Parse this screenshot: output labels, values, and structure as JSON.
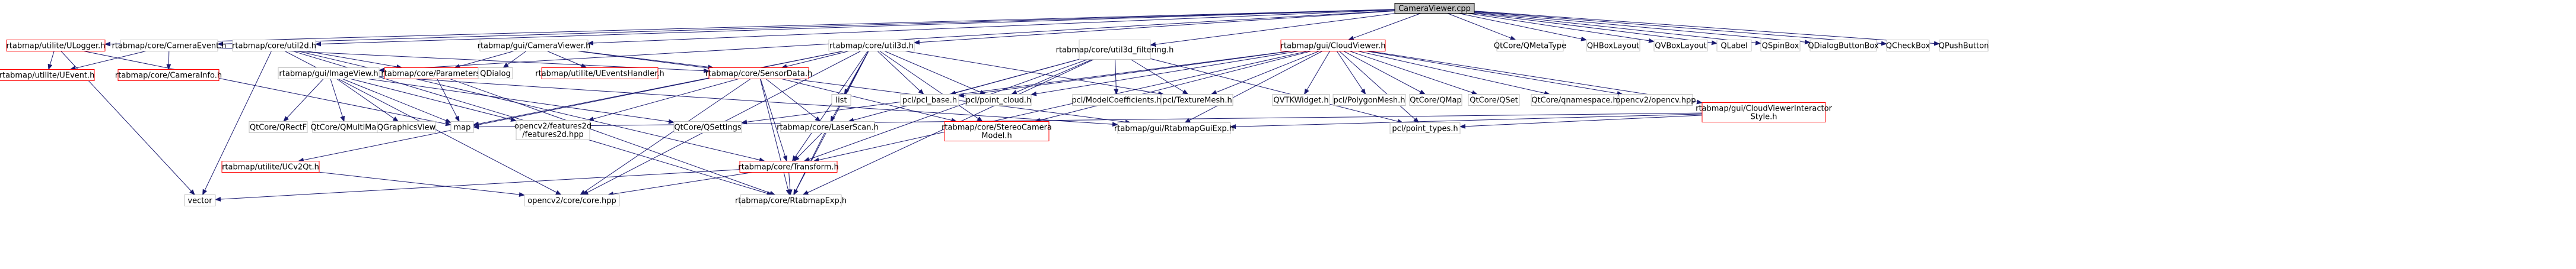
{
  "graph": {
    "colors": {
      "edge": "#191970",
      "border_default": "#bfbfbf",
      "border_red": "#ff0000",
      "root_fill": "#bfbfbf",
      "node_fill": "#ffffff",
      "text": "#000000"
    },
    "nodes": [
      {
        "id": "root",
        "label": "CameraViewer.cpp",
        "style": "root"
      },
      {
        "id": "uilogger",
        "label": "rtabmap/utilite/ULogger.h",
        "style": "red"
      },
      {
        "id": "cameraevent",
        "label": "rtabmap/core/CameraEvent.h",
        "style": "default"
      },
      {
        "id": "util2d",
        "label": "rtabmap/core/util2d.h",
        "style": "default"
      },
      {
        "id": "guicameraviewer",
        "label": "rtabmap/gui/CameraViewer.h",
        "style": "default"
      },
      {
        "id": "util3d",
        "label": "rtabmap/core/util3d.h",
        "style": "default"
      },
      {
        "id": "util3dfiltering",
        "label": "rtabmap/core/util3d_filtering.h",
        "style": "default"
      },
      {
        "id": "cloudviewer",
        "label": "rtabmap/gui/CloudViewer.h",
        "style": "red"
      },
      {
        "id": "qmetatype",
        "label": "QtCore/QMetaType",
        "style": "default"
      },
      {
        "id": "qhboxlayout",
        "label": "QHBoxLayout",
        "style": "default"
      },
      {
        "id": "qvboxlayout",
        "label": "QVBoxLayout",
        "style": "default"
      },
      {
        "id": "qlabel",
        "label": "QLabel",
        "style": "default"
      },
      {
        "id": "qspinbox",
        "label": "QSpinBox",
        "style": "default"
      },
      {
        "id": "qdialogbuttonbox",
        "label": "QDialogButtonBox",
        "style": "default"
      },
      {
        "id": "qcheckbox",
        "label": "QCheckBox",
        "style": "default"
      },
      {
        "id": "qpushbutton",
        "label": "QPushButton",
        "style": "default"
      },
      {
        "id": "uevent",
        "label": "rtabmap/utilite/UEvent.h",
        "style": "red"
      },
      {
        "id": "camerainfo",
        "label": "rtabmap/core/CameraInfo.h",
        "style": "red"
      },
      {
        "id": "imageview",
        "label": "rtabmap/gui/ImageView.h",
        "style": "default"
      },
      {
        "id": "parameters",
        "label": "rtabmap/core/Parameters.h",
        "style": "red"
      },
      {
        "id": "qdialog",
        "label": "QDialog",
        "style": "default"
      },
      {
        "id": "ueventshandler",
        "label": "rtabmap/utilite/UEventsHandler.h",
        "style": "red"
      },
      {
        "id": "sensordata",
        "label": "rtabmap/core/SensorData.h",
        "style": "red"
      },
      {
        "id": "list",
        "label": "list",
        "style": "default"
      },
      {
        "id": "pclbase",
        "label": "pcl/pcl_base.h",
        "style": "default"
      },
      {
        "id": "pclpointcloud",
        "label": "pcl/point_cloud.h",
        "style": "default"
      },
      {
        "id": "pclmodelcoefficients",
        "label": "pcl/ModelCoefficients.h",
        "style": "default"
      },
      {
        "id": "pcltexturemesh",
        "label": "pcl/TextureMesh.h",
        "style": "default"
      },
      {
        "id": "qvtkwidget",
        "label": "QVTKWidget.h",
        "style": "default"
      },
      {
        "id": "pclpolygonmesh",
        "label": "pcl/PolygonMesh.h",
        "style": "default"
      },
      {
        "id": "qtcoreqmap",
        "label": "QtCore/QMap",
        "style": "default"
      },
      {
        "id": "qtcoreqset",
        "label": "QtCore/QSet",
        "style": "default"
      },
      {
        "id": "qtcoreqnamespace",
        "label": "QtCore/qnamespace.h",
        "style": "default"
      },
      {
        "id": "opencvopencvhpp",
        "label": "opencv2/opencv.hpp",
        "style": "default"
      },
      {
        "id": "cloudviewerinteractorstyle",
        "label": "rtabmap/gui/CloudViewerInteractor\nStyle.h",
        "style": "red"
      },
      {
        "id": "qrectf",
        "label": "QtCore/QRectF",
        "style": "default"
      },
      {
        "id": "qmultimap",
        "label": "QtCore/QMultiMap",
        "style": "default"
      },
      {
        "id": "qgraphicsview",
        "label": "QGraphicsView",
        "style": "default"
      },
      {
        "id": "map",
        "label": "map",
        "style": "default"
      },
      {
        "id": "features2d",
        "label": "opencv2/features2d\n/features2d.hpp",
        "style": "default"
      },
      {
        "id": "qsettings",
        "label": "QtCore/QSettings",
        "style": "default"
      },
      {
        "id": "laserscan",
        "label": "rtabmap/core/LaserScan.h",
        "style": "default"
      },
      {
        "id": "stereocameramodel",
        "label": "rtabmap/core/StereoCamera\nModel.h",
        "style": "red"
      },
      {
        "id": "rtabmapguiexp",
        "label": "rtabmap/gui/RtabmapGuiExp.h",
        "style": "default"
      },
      {
        "id": "pclpointtypes",
        "label": "pcl/point_types.h",
        "style": "default"
      },
      {
        "id": "ucv2qt",
        "label": "rtabmap/utilite/UCv2Qt.h",
        "style": "red"
      },
      {
        "id": "transform",
        "label": "rtabmap/core/Transform.h",
        "style": "red"
      },
      {
        "id": "vector",
        "label": "vector",
        "style": "default"
      },
      {
        "id": "opencvcore",
        "label": "opencv2/core/core.hpp",
        "style": "default"
      },
      {
        "id": "rtabmapexp",
        "label": "rtabmap/core/RtabmapExp.h",
        "style": "default"
      }
    ],
    "edges": [
      [
        "root",
        "uilogger"
      ],
      [
        "root",
        "cameraevent"
      ],
      [
        "root",
        "util2d"
      ],
      [
        "root",
        "guicameraviewer"
      ],
      [
        "root",
        "util3d"
      ],
      [
        "root",
        "util3dfiltering"
      ],
      [
        "root",
        "cloudviewer"
      ],
      [
        "root",
        "qmetatype"
      ],
      [
        "root",
        "qhboxlayout"
      ],
      [
        "root",
        "qvboxlayout"
      ],
      [
        "root",
        "qlabel"
      ],
      [
        "root",
        "qspinbox"
      ],
      [
        "root",
        "qdialogbuttonbox"
      ],
      [
        "root",
        "qcheckbox"
      ],
      [
        "root",
        "qpushbutton"
      ],
      [
        "root",
        "imageview"
      ],
      [
        "uilogger",
        "uevent"
      ],
      [
        "uilogger",
        "vector"
      ],
      [
        "uilogger",
        "map"
      ],
      [
        "cameraevent",
        "uevent"
      ],
      [
        "cameraevent",
        "camerainfo"
      ],
      [
        "cameraevent",
        "sensordata"
      ],
      [
        "util2d",
        "parameters"
      ],
      [
        "util2d",
        "vector"
      ],
      [
        "util2d",
        "opencvcore"
      ],
      [
        "util2d",
        "transform"
      ],
      [
        "util2d",
        "rtabmapexp"
      ],
      [
        "guicameraviewer",
        "parameters"
      ],
      [
        "guicameraviewer",
        "qdialog"
      ],
      [
        "guicameraviewer",
        "ueventshandler"
      ],
      [
        "guicameraviewer",
        "sensordata"
      ],
      [
        "guicameraviewer",
        "rtabmapguiexp"
      ],
      [
        "util3d",
        "sensordata"
      ],
      [
        "util3d",
        "list"
      ],
      [
        "util3d",
        "pclbase"
      ],
      [
        "util3d",
        "pclpointcloud"
      ],
      [
        "util3d",
        "pcltexturemesh"
      ],
      [
        "util3d",
        "ucv2qt"
      ],
      [
        "util3d",
        "transform"
      ],
      [
        "util3d",
        "stereocameramodel"
      ],
      [
        "util3d",
        "laserscan"
      ],
      [
        "util3d",
        "rtabmapexp"
      ],
      [
        "util3d",
        "opencvcore"
      ],
      [
        "util3d",
        "map"
      ],
      [
        "util3dfiltering",
        "pclbase"
      ],
      [
        "util3dfiltering",
        "pclpointcloud"
      ],
      [
        "util3dfiltering",
        "pclmodelcoefficients"
      ],
      [
        "util3dfiltering",
        "pcltexturemesh"
      ],
      [
        "util3dfiltering",
        "transform"
      ],
      [
        "util3dfiltering",
        "laserscan"
      ],
      [
        "util3dfiltering",
        "pclpointtypes"
      ],
      [
        "util3dfiltering",
        "rtabmapexp"
      ],
      [
        "cloudviewer",
        "pclbase"
      ],
      [
        "cloudviewer",
        "pclpointcloud"
      ],
      [
        "cloudviewer",
        "pcltexturemesh"
      ],
      [
        "cloudviewer",
        "qvtkwidget"
      ],
      [
        "cloudviewer",
        "pclpolygonmesh"
      ],
      [
        "cloudviewer",
        "qtcoreqmap"
      ],
      [
        "cloudviewer",
        "qtcoreqset"
      ],
      [
        "cloudviewer",
        "qtcoreqnamespace"
      ],
      [
        "cloudviewer",
        "opencvopencvhpp"
      ],
      [
        "cloudviewer",
        "cloudviewerinteractorstyle"
      ],
      [
        "cloudviewer",
        "rtabmapguiexp"
      ],
      [
        "cloudviewer",
        "transform"
      ],
      [
        "cloudviewer",
        "stereocameramodel"
      ],
      [
        "cloudviewer",
        "pclpointtypes"
      ],
      [
        "cloudviewer",
        "qsettings"
      ],
      [
        "cloudviewerinteractorstyle",
        "rtabmapguiexp"
      ],
      [
        "cloudviewerinteractorstyle",
        "pclpointtypes"
      ],
      [
        "cloudviewerinteractorstyle",
        "map"
      ],
      [
        "imageview",
        "qrectf"
      ],
      [
        "imageview",
        "qmultimap"
      ],
      [
        "imageview",
        "qgraphicsview"
      ],
      [
        "imageview",
        "map"
      ],
      [
        "imageview",
        "features2d"
      ],
      [
        "imageview",
        "qsettings"
      ],
      [
        "imageview",
        "rtabmapguiexp"
      ],
      [
        "parameters",
        "map"
      ],
      [
        "parameters",
        "rtabmapexp"
      ],
      [
        "sensordata",
        "features2d"
      ],
      [
        "sensordata",
        "laserscan"
      ],
      [
        "sensordata",
        "transform"
      ],
      [
        "sensordata",
        "stereocameramodel"
      ],
      [
        "sensordata",
        "rtabmapexp"
      ],
      [
        "sensordata",
        "opencvcore"
      ],
      [
        "laserscan",
        "transform"
      ],
      [
        "laserscan",
        "rtabmapexp"
      ],
      [
        "ucv2qt",
        "opencvcore"
      ],
      [
        "transform",
        "vector"
      ],
      [
        "transform",
        "opencvcore"
      ],
      [
        "transform",
        "rtabmapexp"
      ]
    ]
  }
}
